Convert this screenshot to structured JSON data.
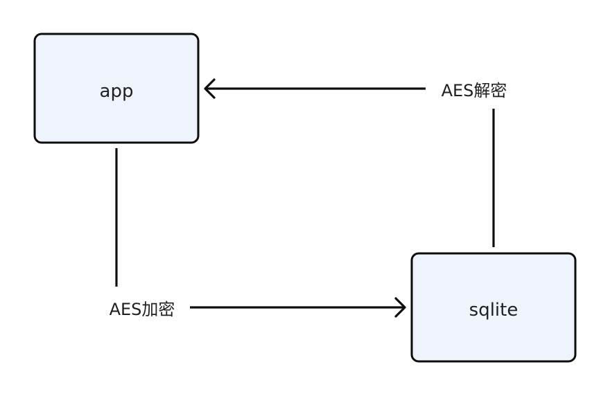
{
  "nodes": {
    "app": {
      "label": "app"
    },
    "sqlite": {
      "label": "sqlite"
    }
  },
  "edges": {
    "encrypt": {
      "label": "AES加密"
    },
    "decrypt": {
      "label": "AES解密"
    }
  },
  "colors": {
    "node_fill": "#eff3fb",
    "stroke": "#0d0d0d",
    "text": "#1f1f1f"
  }
}
